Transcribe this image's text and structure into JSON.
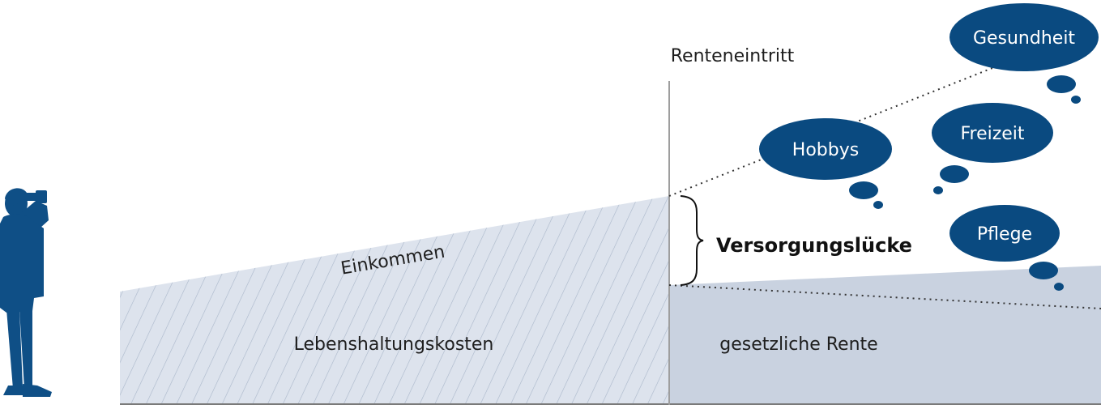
{
  "diagram": {
    "labels": {
      "retirement_start": "Renteneintritt",
      "income": "Einkommen",
      "living_costs": "Lebenshaltungskosten",
      "pension_gap": "Versorgungslücke",
      "statutory_pension": "gesetzliche Rente"
    },
    "thought_bubbles": [
      "Gesundheit",
      "Hobbys",
      "Freizeit",
      "Pflege"
    ]
  },
  "colors": {
    "bubble": "#0a4a80",
    "figure": "#0f4f86",
    "income_area": "#dde3ed",
    "pension_area": "#c9d2e0",
    "hatch": "#a9b6c9",
    "divider": "#9e9e9e",
    "baseline": "#7a7a7a",
    "text": "#1e1e1e"
  }
}
